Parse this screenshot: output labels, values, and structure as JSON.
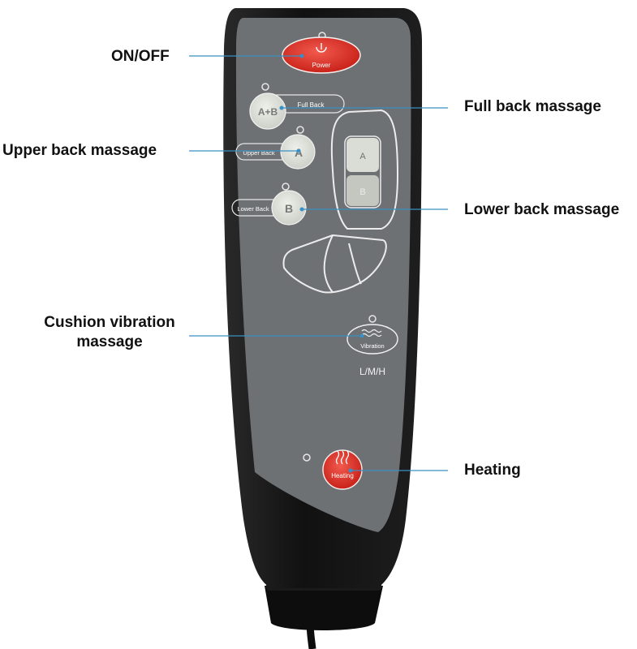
{
  "callouts": {
    "on_off": "ON/OFF",
    "full_back": "Full back massage",
    "upper_back": "Upper back massage",
    "lower_back": "Lower back massage",
    "cushion_line1": "Cushion vibration",
    "cushion_line2": "massage",
    "heating": "Heating"
  },
  "remote": {
    "power_label": "Power",
    "ab_label": "A+B",
    "full_back_label": "Full Back",
    "a_label": "A",
    "upper_back_label": "Upper Back",
    "b_label": "B",
    "lower_back_label": "Lower Back",
    "zone_a_label": "A",
    "zone_b_label": "B",
    "vibration_label": "Vibration",
    "vibration_levels": "L/M/H",
    "heating_label": "Heating"
  },
  "colors": {
    "leader_line": "#3a8fc4",
    "panel": "#6f7275",
    "body": "#141414",
    "red_button": "#e2352c",
    "light_button": "#d9ddd5"
  }
}
